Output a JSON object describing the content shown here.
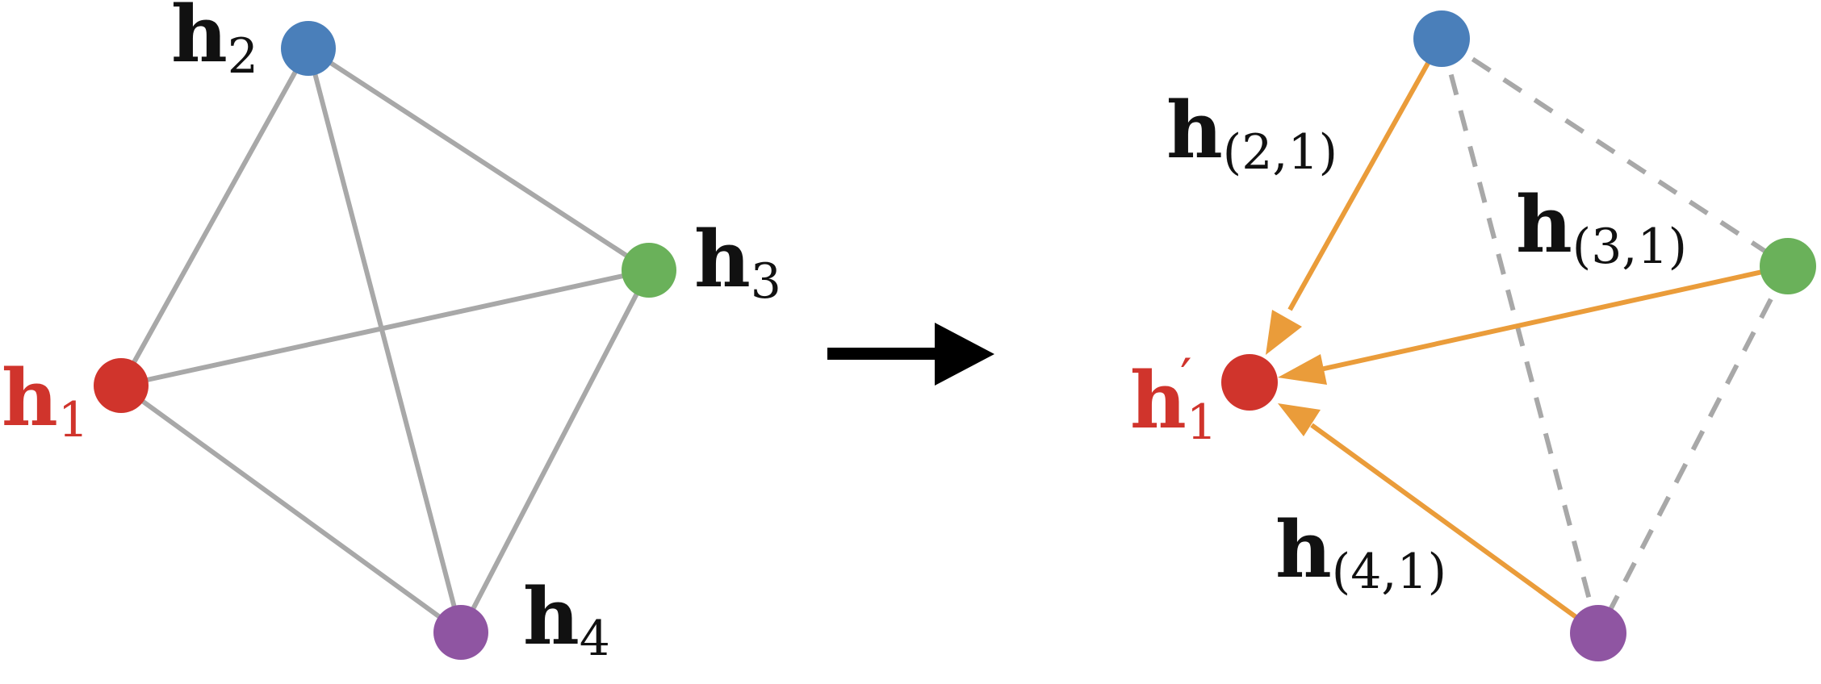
{
  "colors": {
    "node1": "#d0342c",
    "node2": "#4a7fba",
    "node3": "#6ab15a",
    "node4": "#8f55a2",
    "edge": "#a8a8a8",
    "message": "#ea9c3a",
    "arrow": "#000000",
    "text": "#111111"
  },
  "left_graph": {
    "labels": {
      "h1": {
        "base": "h",
        "sub": "1"
      },
      "h2": {
        "base": "h",
        "sub": "2"
      },
      "h3": {
        "base": "h",
        "sub": "3"
      },
      "h4": {
        "base": "h",
        "sub": "4"
      }
    }
  },
  "right_graph": {
    "labels": {
      "h1_prime": {
        "base": "h",
        "sub": "1",
        "prime": "′"
      },
      "m21": {
        "base": "h",
        "sub": "(2,1)"
      },
      "m31": {
        "base": "h",
        "sub": "(3,1)"
      },
      "m41": {
        "base": "h",
        "sub": "(4,1)"
      }
    }
  }
}
